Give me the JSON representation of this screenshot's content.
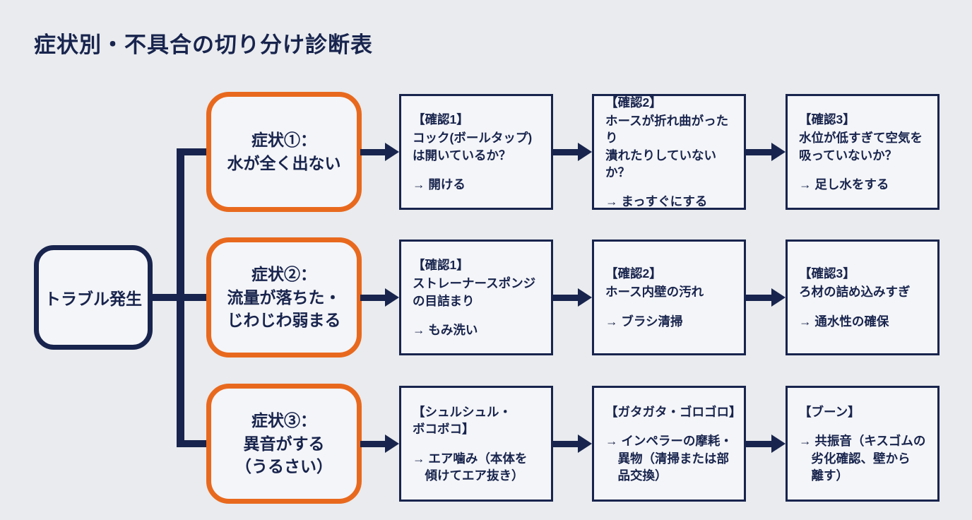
{
  "title": "症状別・不具合の切り分け診断表",
  "colors": {
    "navy": "#18244d",
    "orange": "#e8691e",
    "node_background": "#f4f5f8",
    "page_background": "#e9ebee"
  },
  "root": {
    "label": "トラブル発生"
  },
  "rows": [
    {
      "symptom": "症状①：\n水が全く出ない",
      "checks": [
        {
          "heading": "【確認1】",
          "body": "コック(ボールタップ)\nは開いているか？",
          "action": "→ 開ける"
        },
        {
          "heading": "【確認2】",
          "body": "ホースが折れ曲がったり\n潰れたりしていないか？",
          "action": "→ まっすぐにする"
        },
        {
          "heading": "【確認3】",
          "body": "水位が低すぎて空気を\n吸っていないか？",
          "action": "→ 足し水をする"
        }
      ]
    },
    {
      "symptom": "症状②：\n流量が落ちた・\nじわじわ弱まる",
      "checks": [
        {
          "heading": "【確認1】",
          "body": "ストレーナースポンジ\nの目詰まり",
          "action": "→ もみ洗い"
        },
        {
          "heading": "【確認2】",
          "body": "ホース内壁の汚れ",
          "action": "→ ブラシ清掃"
        },
        {
          "heading": "【確認3】",
          "body": "ろ材の詰め込みすぎ",
          "action": "→ 通水性の確保"
        }
      ]
    },
    {
      "symptom": "症状③：\n異音がする\n（うるさい）",
      "checks": [
        {
          "heading": "【シュルシュル・\nボコボコ】",
          "body": "",
          "action": "→ エア噛み（本体を\n　傾けてエア抜き）"
        },
        {
          "heading": "【ガタガタ・ゴロゴロ】",
          "body": "",
          "action": "→ インペラーの摩耗・\n　異物（清掃または部\n　品交換）"
        },
        {
          "heading": "【ブーン】",
          "body": "",
          "action": "→ 共振音（キスゴムの\n　劣化確認、壁から\n　離す）"
        }
      ]
    }
  ]
}
